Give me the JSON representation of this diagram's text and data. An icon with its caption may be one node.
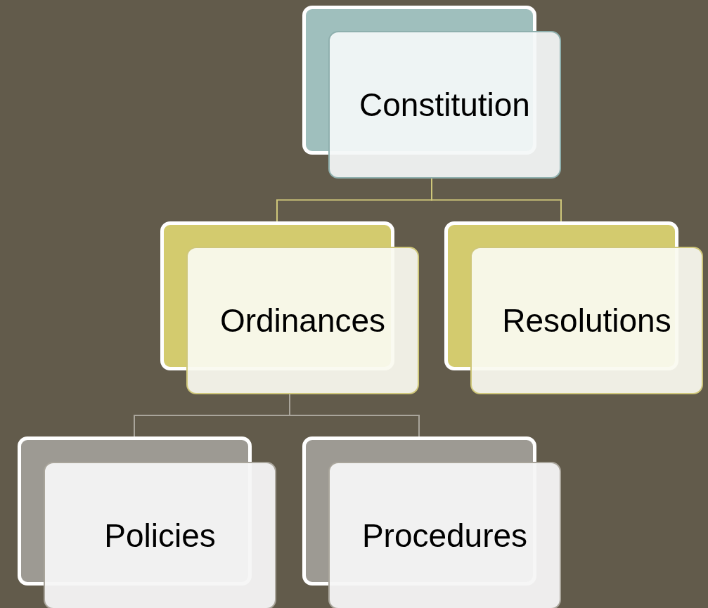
{
  "diagram": {
    "nodes": [
      {
        "text": [
          "Constitution"
        ]
      },
      {
        "text": [
          "Ordinances"
        ]
      },
      {
        "text": [
          "Resolutions"
        ]
      },
      {
        "text": [
          "Policies"
        ]
      },
      {
        "text": [
          "Procedures"
        ]
      }
    ],
    "edges": [
      {
        "from": 0,
        "to": 1,
        "arrow": "none"
      },
      {
        "from": 0,
        "to": 2,
        "arrow": "none"
      },
      {
        "from": 1,
        "to": 3,
        "arrow": "none",
        "color": "#a9a59b"
      },
      {
        "from": 1,
        "to": 4,
        "arrow": "none",
        "color": "#a9a59b"
      }
    ]
  }
}
